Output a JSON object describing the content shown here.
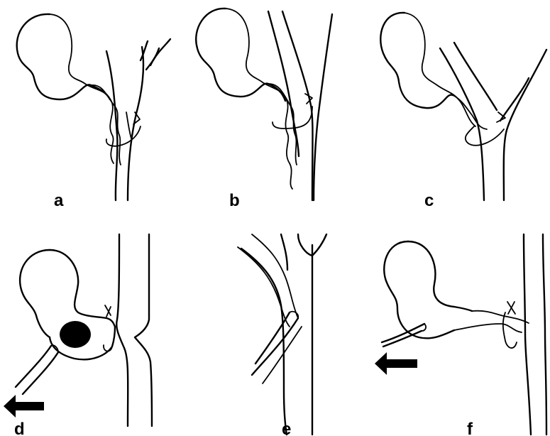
{
  "panels": [
    {
      "id": "a",
      "label": "a"
    },
    {
      "id": "b",
      "label": "b"
    },
    {
      "id": "c",
      "label": "c"
    },
    {
      "id": "d",
      "label": "d"
    },
    {
      "id": "e",
      "label": "e"
    },
    {
      "id": "f",
      "label": "f"
    }
  ],
  "colors": {
    "ink": "#000000",
    "background": "#ffffff"
  }
}
